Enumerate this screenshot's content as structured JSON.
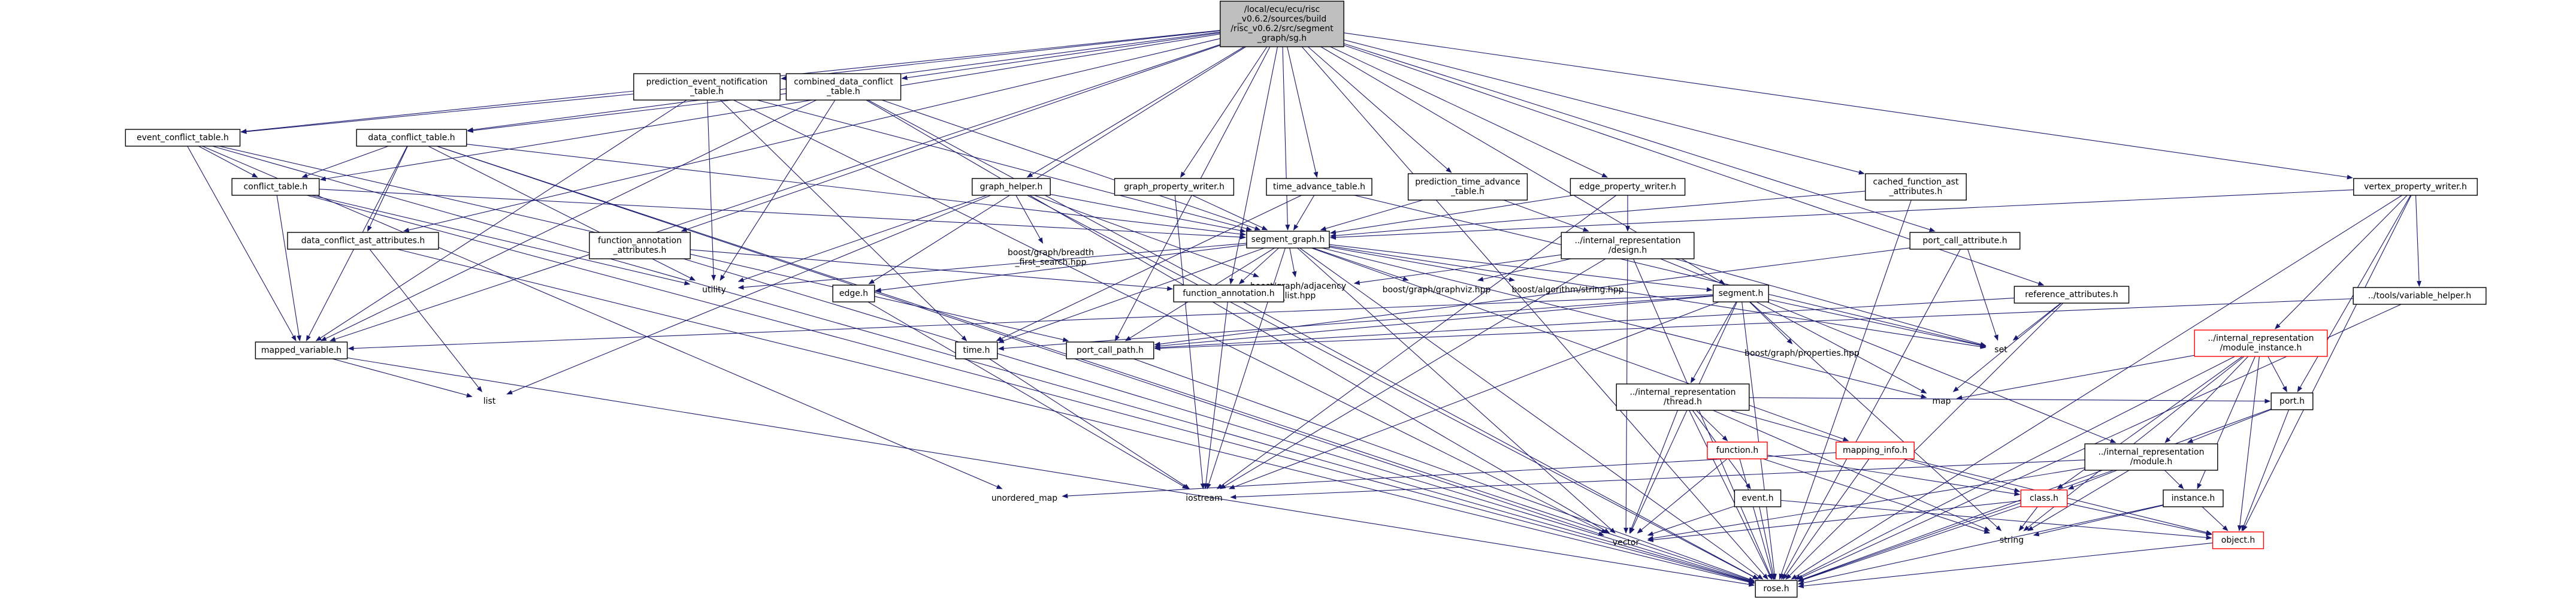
{
  "graph": {
    "edge_color": "#191970",
    "root_fill": "#bfbfbf",
    "missing_border_color": "#ff0000",
    "nodes": [
      {
        "id": "root",
        "lines": [
          "/local/ecu/ecu/risc",
          "_v0.6.2/sources/build",
          "/risc_v0.6.2/src/segment",
          "_graph/sg.h"
        ],
        "kind": "root"
      },
      {
        "id": "prediction_event_notification_table",
        "lines": [
          "prediction_event_notification",
          "_table.h"
        ],
        "kind": "box"
      },
      {
        "id": "combined_data_conflict_table",
        "lines": [
          "combined_data_conflict",
          "_table.h"
        ],
        "kind": "box"
      },
      {
        "id": "event_conflict_table",
        "lines": [
          "event_conflict_table.h"
        ],
        "kind": "box"
      },
      {
        "id": "data_conflict_table",
        "lines": [
          "data_conflict_table.h"
        ],
        "kind": "box"
      },
      {
        "id": "conflict_table",
        "lines": [
          "conflict_table.h"
        ],
        "kind": "box"
      },
      {
        "id": "data_conflict_ast_attributes",
        "lines": [
          "data_conflict_ast_attributes.h"
        ],
        "kind": "box"
      },
      {
        "id": "function_annotation_attributes",
        "lines": [
          "function_annotation",
          "_attributes.h"
        ],
        "kind": "box"
      },
      {
        "id": "graph_helper",
        "lines": [
          "graph_helper.h"
        ],
        "kind": "box"
      },
      {
        "id": "graph_property_writer",
        "lines": [
          "graph_property_writer.h"
        ],
        "kind": "box"
      },
      {
        "id": "time_advance_table",
        "lines": [
          "time_advance_table.h"
        ],
        "kind": "box"
      },
      {
        "id": "prediction_time_advance_table",
        "lines": [
          "prediction_time_advance",
          "_table.h"
        ],
        "kind": "box"
      },
      {
        "id": "edge_property_writer",
        "lines": [
          "edge_property_writer.h"
        ],
        "kind": "box"
      },
      {
        "id": "cached_function_ast_attributes",
        "lines": [
          "cached_function_ast",
          "_attributes.h"
        ],
        "kind": "box"
      },
      {
        "id": "vertex_property_writer",
        "lines": [
          "vertex_property_writer.h"
        ],
        "kind": "box"
      },
      {
        "id": "segment_graph",
        "lines": [
          "segment_graph.h"
        ],
        "kind": "box"
      },
      {
        "id": "internal_design",
        "lines": [
          "../internal_representation",
          "/design.h"
        ],
        "kind": "box"
      },
      {
        "id": "port_call_attribute",
        "lines": [
          "port_call_attribute.h"
        ],
        "kind": "box"
      },
      {
        "id": "reference_attributes",
        "lines": [
          "reference_attributes.h"
        ],
        "kind": "box"
      },
      {
        "id": "variable_helper",
        "lines": [
          "../tools/variable_helper.h"
        ],
        "kind": "box"
      },
      {
        "id": "module_instance",
        "lines": [
          "../internal_representation",
          "/module_instance.h"
        ],
        "kind": "missing"
      },
      {
        "id": "utility",
        "lines": [
          "utility"
        ],
        "kind": "plain"
      },
      {
        "id": "bfs",
        "lines": [
          "boost/graph/breadth",
          "_first_search.hpp"
        ],
        "kind": "plain"
      },
      {
        "id": "adjacency_list",
        "lines": [
          "boost/graph/adjacency",
          "_list.hpp"
        ],
        "kind": "plain"
      },
      {
        "id": "graphviz",
        "lines": [
          "boost/graph/graphviz.hpp"
        ],
        "kind": "plain"
      },
      {
        "id": "string_hpp",
        "lines": [
          "boost/algorithm/string.hpp"
        ],
        "kind": "plain"
      },
      {
        "id": "properties",
        "lines": [
          "boost/graph/properties.hpp"
        ],
        "kind": "plain"
      },
      {
        "id": "edge",
        "lines": [
          "edge.h"
        ],
        "kind": "box"
      },
      {
        "id": "function_annotation",
        "lines": [
          "function_annotation.h"
        ],
        "kind": "box"
      },
      {
        "id": "segment",
        "lines": [
          "segment.h"
        ],
        "kind": "box"
      },
      {
        "id": "set",
        "lines": [
          "set"
        ],
        "kind": "plain"
      },
      {
        "id": "mapped_variable",
        "lines": [
          "mapped_variable.h"
        ],
        "kind": "box"
      },
      {
        "id": "time",
        "lines": [
          "time.h"
        ],
        "kind": "box"
      },
      {
        "id": "port_call_path",
        "lines": [
          "port_call_path.h"
        ],
        "kind": "box"
      },
      {
        "id": "internal_thread",
        "lines": [
          "../internal_representation",
          "/thread.h"
        ],
        "kind": "box"
      },
      {
        "id": "map",
        "lines": [
          "map"
        ],
        "kind": "plain"
      },
      {
        "id": "port",
        "lines": [
          "port.h"
        ],
        "kind": "box"
      },
      {
        "id": "list",
        "lines": [
          "list"
        ],
        "kind": "plain"
      },
      {
        "id": "internal_module",
        "lines": [
          "../internal_representation",
          "/module.h"
        ],
        "kind": "box"
      },
      {
        "id": "function",
        "lines": [
          "function.h"
        ],
        "kind": "missing"
      },
      {
        "id": "mapping_info",
        "lines": [
          "mapping_info.h"
        ],
        "kind": "missing"
      },
      {
        "id": "unordered_map",
        "lines": [
          "unordered_map"
        ],
        "kind": "plain"
      },
      {
        "id": "iostream",
        "lines": [
          "iostream"
        ],
        "kind": "plain"
      },
      {
        "id": "event",
        "lines": [
          "event.h"
        ],
        "kind": "box"
      },
      {
        "id": "class",
        "lines": [
          "class.h"
        ],
        "kind": "missing"
      },
      {
        "id": "instance",
        "lines": [
          "instance.h"
        ],
        "kind": "box"
      },
      {
        "id": "object",
        "lines": [
          "object.h"
        ],
        "kind": "missing"
      },
      {
        "id": "vector",
        "lines": [
          "vector"
        ],
        "kind": "plain"
      },
      {
        "id": "string",
        "lines": [
          "string"
        ],
        "kind": "plain"
      },
      {
        "id": "rose",
        "lines": [
          "rose.h"
        ],
        "kind": "box"
      }
    ],
    "edges": [
      [
        "root",
        "prediction_event_notification_table"
      ],
      [
        "root",
        "combined_data_conflict_table"
      ],
      [
        "root",
        "event_conflict_table"
      ],
      [
        "root",
        "data_conflict_table"
      ],
      [
        "root",
        "conflict_table"
      ],
      [
        "root",
        "data_conflict_ast_attributes"
      ],
      [
        "root",
        "function_annotation_attributes"
      ],
      [
        "root",
        "graph_helper"
      ],
      [
        "root",
        "graph_property_writer"
      ],
      [
        "root",
        "time_advance_table"
      ],
      [
        "root",
        "prediction_time_advance_table"
      ],
      [
        "root",
        "edge_property_writer"
      ],
      [
        "root",
        "cached_function_ast_attributes"
      ],
      [
        "root",
        "vertex_property_writer"
      ],
      [
        "root",
        "segment_graph"
      ],
      [
        "root",
        "port_call_attribute"
      ],
      [
        "root",
        "reference_attributes"
      ],
      [
        "root",
        "mapped_variable"
      ],
      [
        "root",
        "edge"
      ],
      [
        "root",
        "segment"
      ],
      [
        "root",
        "function_annotation"
      ],
      [
        "root",
        "port_call_path"
      ],
      [
        "root",
        "rose"
      ],
      [
        "prediction_event_notification_table",
        "event_conflict_table"
      ],
      [
        "prediction_event_notification_table",
        "segment_graph"
      ],
      [
        "prediction_event_notification_table",
        "utility"
      ],
      [
        "prediction_event_notification_table",
        "time"
      ],
      [
        "prediction_event_notification_table",
        "mapped_variable"
      ],
      [
        "prediction_event_notification_table",
        "vector"
      ],
      [
        "combined_data_conflict_table",
        "data_conflict_table"
      ],
      [
        "combined_data_conflict_table",
        "segment_graph"
      ],
      [
        "combined_data_conflict_table",
        "utility"
      ],
      [
        "combined_data_conflict_table",
        "mapped_variable"
      ],
      [
        "combined_data_conflict_table",
        "vector"
      ],
      [
        "combined_data_conflict_table",
        "rose"
      ],
      [
        "event_conflict_table",
        "conflict_table"
      ],
      [
        "event_conflict_table",
        "mapped_variable"
      ],
      [
        "event_conflict_table",
        "port_call_path"
      ],
      [
        "event_conflict_table",
        "unordered_map"
      ],
      [
        "event_conflict_table",
        "rose"
      ],
      [
        "data_conflict_table",
        "conflict_table"
      ],
      [
        "data_conflict_table",
        "data_conflict_ast_attributes"
      ],
      [
        "data_conflict_table",
        "segment_graph"
      ],
      [
        "data_conflict_table",
        "utility"
      ],
      [
        "data_conflict_table",
        "mapped_variable"
      ],
      [
        "data_conflict_table",
        "vector"
      ],
      [
        "data_conflict_table",
        "rose"
      ],
      [
        "conflict_table",
        "segment_graph"
      ],
      [
        "conflict_table",
        "mapped_variable"
      ],
      [
        "conflict_table",
        "utility"
      ],
      [
        "conflict_table",
        "rose"
      ],
      [
        "data_conflict_ast_attributes",
        "list"
      ],
      [
        "data_conflict_ast_attributes",
        "rose"
      ],
      [
        "function_annotation_attributes",
        "function_annotation"
      ],
      [
        "function_annotation_attributes",
        "rose"
      ],
      [
        "graph_helper",
        "segment_graph"
      ],
      [
        "graph_helper",
        "utility"
      ],
      [
        "graph_helper",
        "bfs"
      ],
      [
        "graph_helper",
        "adjacency_list"
      ],
      [
        "graph_helper",
        "list"
      ],
      [
        "graph_helper",
        "rose"
      ],
      [
        "graph_property_writer",
        "segment_graph"
      ],
      [
        "graph_property_writer",
        "iostream"
      ],
      [
        "time_advance_table",
        "segment_graph"
      ],
      [
        "time_advance_table",
        "time"
      ],
      [
        "time_advance_table",
        "set"
      ],
      [
        "prediction_time_advance_table",
        "segment_graph"
      ],
      [
        "prediction_time_advance_table",
        "internal_design"
      ],
      [
        "edge_property_writer",
        "segment_graph"
      ],
      [
        "edge_property_writer",
        "internal_design"
      ],
      [
        "edge_property_writer",
        "iostream"
      ],
      [
        "cached_function_ast_attributes",
        "segment_graph"
      ],
      [
        "cached_function_ast_attributes",
        "rose"
      ],
      [
        "vertex_property_writer",
        "segment_graph"
      ],
      [
        "vertex_property_writer",
        "variable_helper"
      ],
      [
        "vertex_property_writer",
        "module_instance"
      ],
      [
        "vertex_property_writer",
        "port"
      ],
      [
        "vertex_property_writer",
        "object"
      ],
      [
        "vertex_property_writer",
        "rose"
      ],
      [
        "segment_graph",
        "utility"
      ],
      [
        "segment_graph",
        "adjacency_list"
      ],
      [
        "segment_graph",
        "graphviz"
      ],
      [
        "segment_graph",
        "string_hpp"
      ],
      [
        "segment_graph",
        "edge"
      ],
      [
        "segment_graph",
        "function_annotation"
      ],
      [
        "segment_graph",
        "segment"
      ],
      [
        "segment_graph",
        "time"
      ],
      [
        "segment_graph",
        "port_call_path"
      ],
      [
        "segment_graph",
        "set"
      ],
      [
        "segment_graph",
        "map"
      ],
      [
        "segment_graph",
        "iostream"
      ],
      [
        "segment_graph",
        "mapping_info"
      ],
      [
        "segment_graph",
        "vector"
      ],
      [
        "segment_graph",
        "rose"
      ],
      [
        "internal_design",
        "adjacency_list"
      ],
      [
        "internal_design",
        "graphviz"
      ],
      [
        "internal_design",
        "set"
      ],
      [
        "internal_design",
        "internal_module"
      ],
      [
        "internal_design",
        "iostream"
      ],
      [
        "internal_design",
        "vector"
      ],
      [
        "internal_design",
        "rose"
      ],
      [
        "port_call_attribute",
        "port_call_path"
      ],
      [
        "port_call_attribute",
        "set"
      ],
      [
        "port_call_attribute",
        "rose"
      ],
      [
        "reference_attributes",
        "set"
      ],
      [
        "reference_attributes",
        "map"
      ],
      [
        "reference_attributes",
        "port_call_path"
      ],
      [
        "reference_attributes",
        "rose"
      ],
      [
        "variable_helper",
        "port_call_path"
      ],
      [
        "variable_helper",
        "rose"
      ],
      [
        "module_instance",
        "map"
      ],
      [
        "module_instance",
        "port"
      ],
      [
        "module_instance",
        "internal_module"
      ],
      [
        "module_instance",
        "instance"
      ],
      [
        "module_instance",
        "class"
      ],
      [
        "module_instance",
        "object"
      ],
      [
        "module_instance",
        "string"
      ],
      [
        "module_instance",
        "rose"
      ],
      [
        "edge",
        "iostream"
      ],
      [
        "function_annotation",
        "iostream"
      ],
      [
        "segment",
        "mapped_variable"
      ],
      [
        "segment",
        "time"
      ],
      [
        "segment",
        "port_call_path"
      ],
      [
        "segment",
        "internal_thread"
      ],
      [
        "segment",
        "properties"
      ],
      [
        "segment",
        "set"
      ],
      [
        "segment",
        "map"
      ],
      [
        "segment",
        "iostream"
      ],
      [
        "segment",
        "vector"
      ],
      [
        "segment",
        "string"
      ],
      [
        "segment",
        "rose"
      ],
      [
        "mapped_variable",
        "list"
      ],
      [
        "mapped_variable",
        "rose"
      ],
      [
        "time",
        "iostream"
      ],
      [
        "port_call_path",
        "rose"
      ],
      [
        "internal_thread",
        "port"
      ],
      [
        "internal_thread",
        "function"
      ],
      [
        "internal_thread",
        "event"
      ],
      [
        "internal_thread",
        "class"
      ],
      [
        "internal_thread",
        "vector"
      ],
      [
        "internal_thread",
        "string"
      ],
      [
        "internal_thread",
        "rose"
      ],
      [
        "port",
        "internal_module"
      ],
      [
        "port",
        "object"
      ],
      [
        "port",
        "rose"
      ],
      [
        "internal_module",
        "iostream"
      ],
      [
        "internal_module",
        "class"
      ],
      [
        "internal_module",
        "instance"
      ],
      [
        "internal_module",
        "string"
      ],
      [
        "internal_module",
        "vector"
      ],
      [
        "internal_module",
        "rose"
      ],
      [
        "function",
        "class"
      ],
      [
        "function",
        "vector"
      ],
      [
        "function",
        "string"
      ],
      [
        "function",
        "rose"
      ],
      [
        "mapping_info",
        "unordered_map"
      ],
      [
        "mapping_info",
        "object"
      ],
      [
        "mapping_info",
        "rose"
      ],
      [
        "event",
        "object"
      ],
      [
        "event",
        "vector"
      ],
      [
        "event",
        "rose"
      ],
      [
        "class",
        "object"
      ],
      [
        "class",
        "vector"
      ],
      [
        "class",
        "string"
      ],
      [
        "class",
        "rose"
      ],
      [
        "instance",
        "object"
      ],
      [
        "instance",
        "string"
      ],
      [
        "instance",
        "rose"
      ],
      [
        "object",
        "rose"
      ]
    ]
  }
}
